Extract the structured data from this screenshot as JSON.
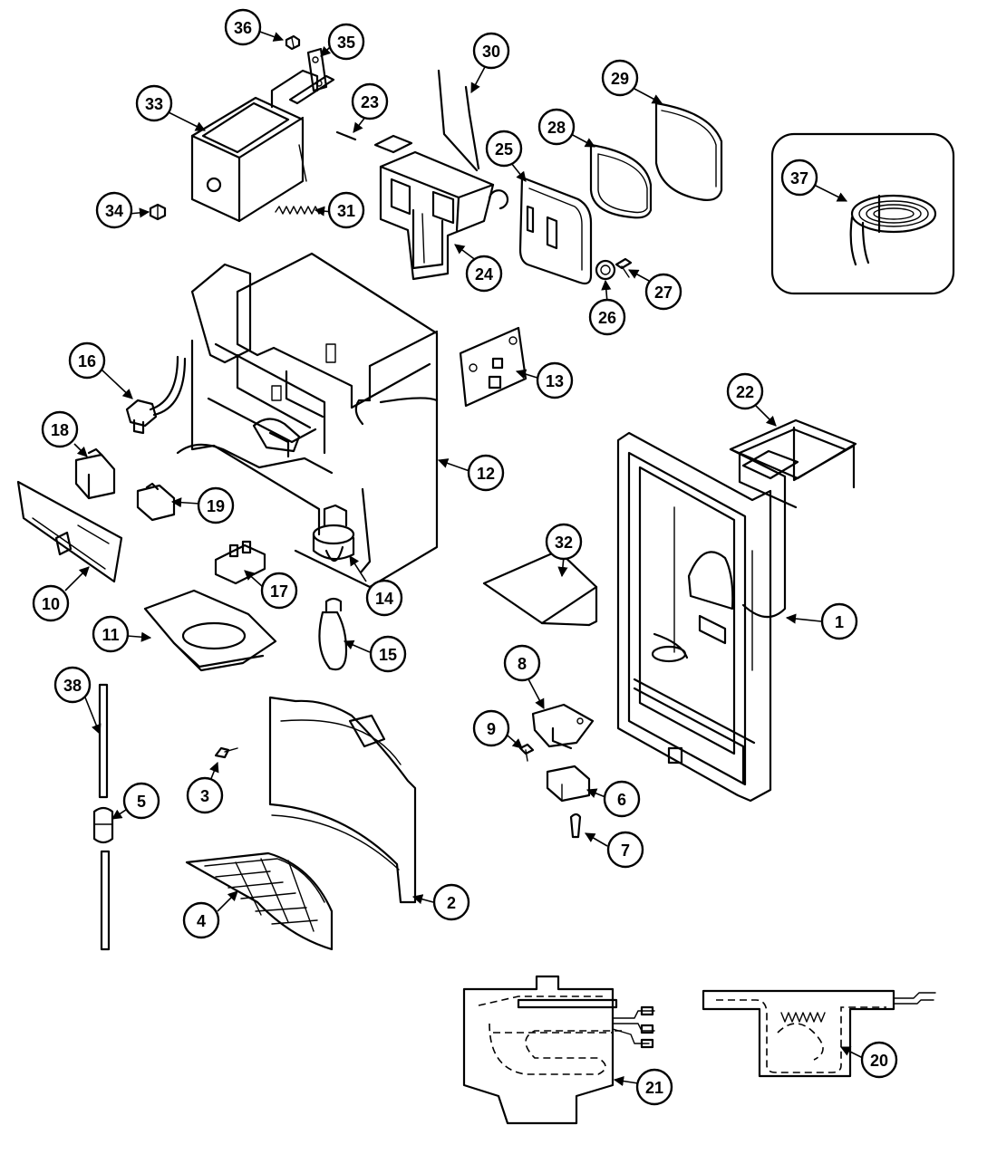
{
  "callouts": [
    "1",
    "2",
    "3",
    "4",
    "5",
    "6",
    "7",
    "8",
    "9",
    "10",
    "11",
    "12",
    "13",
    "14",
    "15",
    "16",
    "17",
    "18",
    "19",
    "20",
    "21",
    "22",
    "23",
    "24",
    "25",
    "26",
    "27",
    "28",
    "29",
    "30",
    "31",
    "32",
    "33",
    "34",
    "35",
    "36",
    "37",
    "38"
  ],
  "colors": {
    "line": "#000000",
    "background": "#ffffff"
  }
}
